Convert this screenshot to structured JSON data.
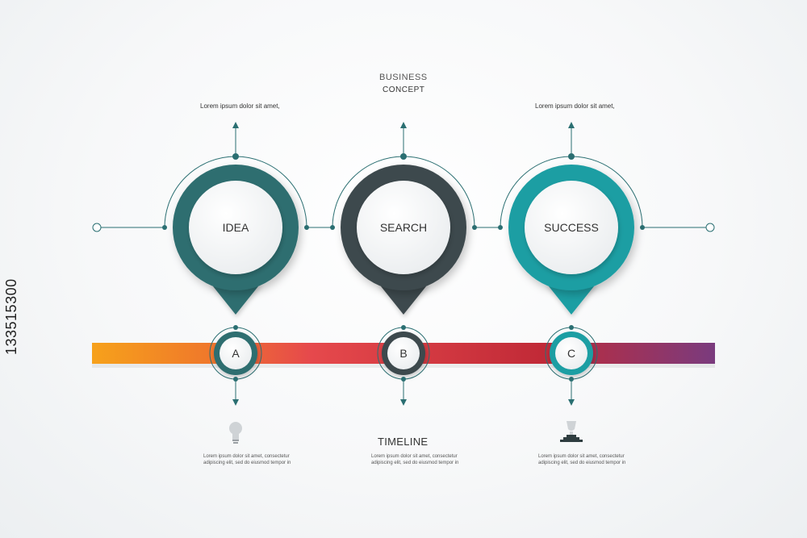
{
  "header": {
    "title": "BUSINESS",
    "subtitle": "CONCEPT"
  },
  "top_notes": {
    "left": "Lorem ipsum dolor sit amet,",
    "right": "Lorem ipsum dolor sit amet,"
  },
  "steps": [
    {
      "label": "IDEA",
      "letter": "A",
      "color": "#2e6e6f",
      "desc": "Lorem ipsum dolor sit amet, consectetur adipiscing elit, sed do eiusmod tempor in"
    },
    {
      "label": "SEARCH",
      "letter": "B",
      "color": "#3e4a4d",
      "desc": "Lorem ipsum dolor sit amet, consectetur adipiscing elit, sed do eiusmod tempor in"
    },
    {
      "label": "SUCCESS",
      "letter": "C",
      "color": "#1f9ea3",
      "desc": "Lorem ipsum dolor sit amet, consectetur adipiscing elit, sed do eiusmod tempor in"
    }
  ],
  "timeline_label": "TIMELINE",
  "stock_id": "133515300",
  "icons": {
    "a": "lightbulb-icon",
    "c": "trophy-icon"
  },
  "colors": {
    "bar_start": "#f6a11b",
    "bar_mid": "#e0404a",
    "bar_end": "#7a3b7e",
    "connector": "#2b6f72"
  }
}
